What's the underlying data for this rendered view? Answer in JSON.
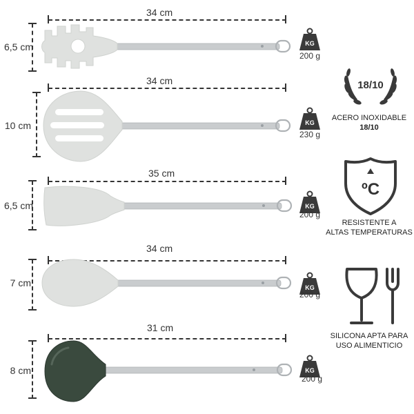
{
  "utensils": [
    {
      "name": "pasta-server",
      "length": "34 cm",
      "width": "6,5 cm",
      "weight": "200 g"
    },
    {
      "name": "slotted-spoon",
      "length": "34 cm",
      "width": "10 cm",
      "weight": "230 g"
    },
    {
      "name": "spatula",
      "length": "35 cm",
      "width": "6,5 cm",
      "weight": "200 g"
    },
    {
      "name": "spoon",
      "length": "34 cm",
      "width": "7 cm",
      "weight": "200 g"
    },
    {
      "name": "ladle",
      "length": "31 cm",
      "width": "8 cm",
      "weight": "200 g"
    }
  ],
  "weight_icon_label": "KG",
  "badges": {
    "steel": {
      "grade": "18/10",
      "caption_line1": "ACERO INOXIDABLE",
      "caption_line2": "18/10"
    },
    "temperature": {
      "symbol": "ºC",
      "caption_line1": "RESISTENTE A",
      "caption_line2": "ALTAS TEMPERATURAS"
    },
    "food": {
      "caption_line1": "SILICONA APTA PARA",
      "caption_line2": "USO ALIMENTICIO"
    }
  },
  "colors": {
    "silicone_light": "#dfe1df",
    "silicone_dark": "#3a4a3e",
    "steel": "#c9ccce",
    "line": "#333333"
  }
}
